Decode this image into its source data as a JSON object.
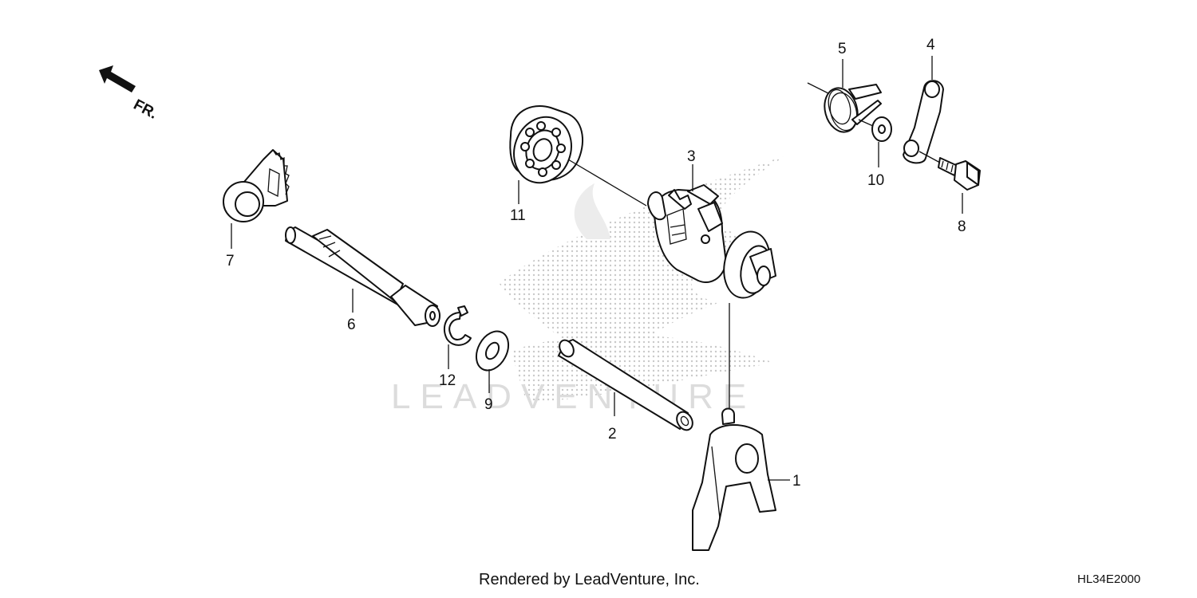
{
  "direction_label": "FR.",
  "watermark": {
    "text": "LEADVENTURE"
  },
  "footer": {
    "rendered_by": "Rendered by LeadVenture, Inc.",
    "diagram_code": "HL34E2000"
  },
  "callouts": {
    "part_1": "1",
    "part_2": "2",
    "part_3": "3",
    "part_4": "4",
    "part_5": "5",
    "part_6": "6",
    "part_7": "7",
    "part_8": "8",
    "part_9": "9",
    "part_10": "10",
    "part_11": "11",
    "part_12": "12"
  },
  "colors": {
    "line": "#111111",
    "watermark": "#d8d8d8"
  }
}
